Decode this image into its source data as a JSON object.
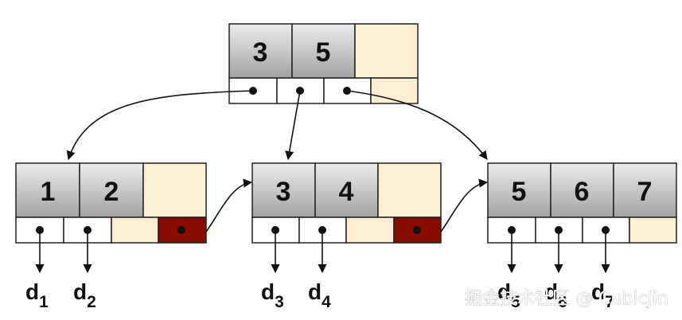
{
  "diagram": {
    "nodes": [
      {
        "id": "root",
        "keys": [
          "3",
          "5",
          ""
        ]
      },
      {
        "id": "leaf-1",
        "keys": [
          "1",
          "2",
          ""
        ]
      },
      {
        "id": "leaf-2",
        "keys": [
          "3",
          "4",
          ""
        ]
      },
      {
        "id": "leaf-3",
        "keys": [
          "5",
          "6",
          "7"
        ]
      }
    ],
    "data_labels": [
      {
        "base": "d",
        "sub": "1"
      },
      {
        "base": "d",
        "sub": "2"
      },
      {
        "base": "d",
        "sub": "3"
      },
      {
        "base": "d",
        "sub": "4"
      },
      {
        "base": "d",
        "sub": "5"
      },
      {
        "base": "d",
        "sub": "6"
      },
      {
        "base": "d",
        "sub": "7"
      }
    ],
    "watermark": "掘金技术社区 @ CubicJin",
    "colors": {
      "key_cell_top": "#e6e6e6",
      "key_cell_bottom": "#a9a9a9",
      "empty_cell": "#fdefd3",
      "next_pointer": "#8b0d00",
      "border": "#222222"
    }
  }
}
